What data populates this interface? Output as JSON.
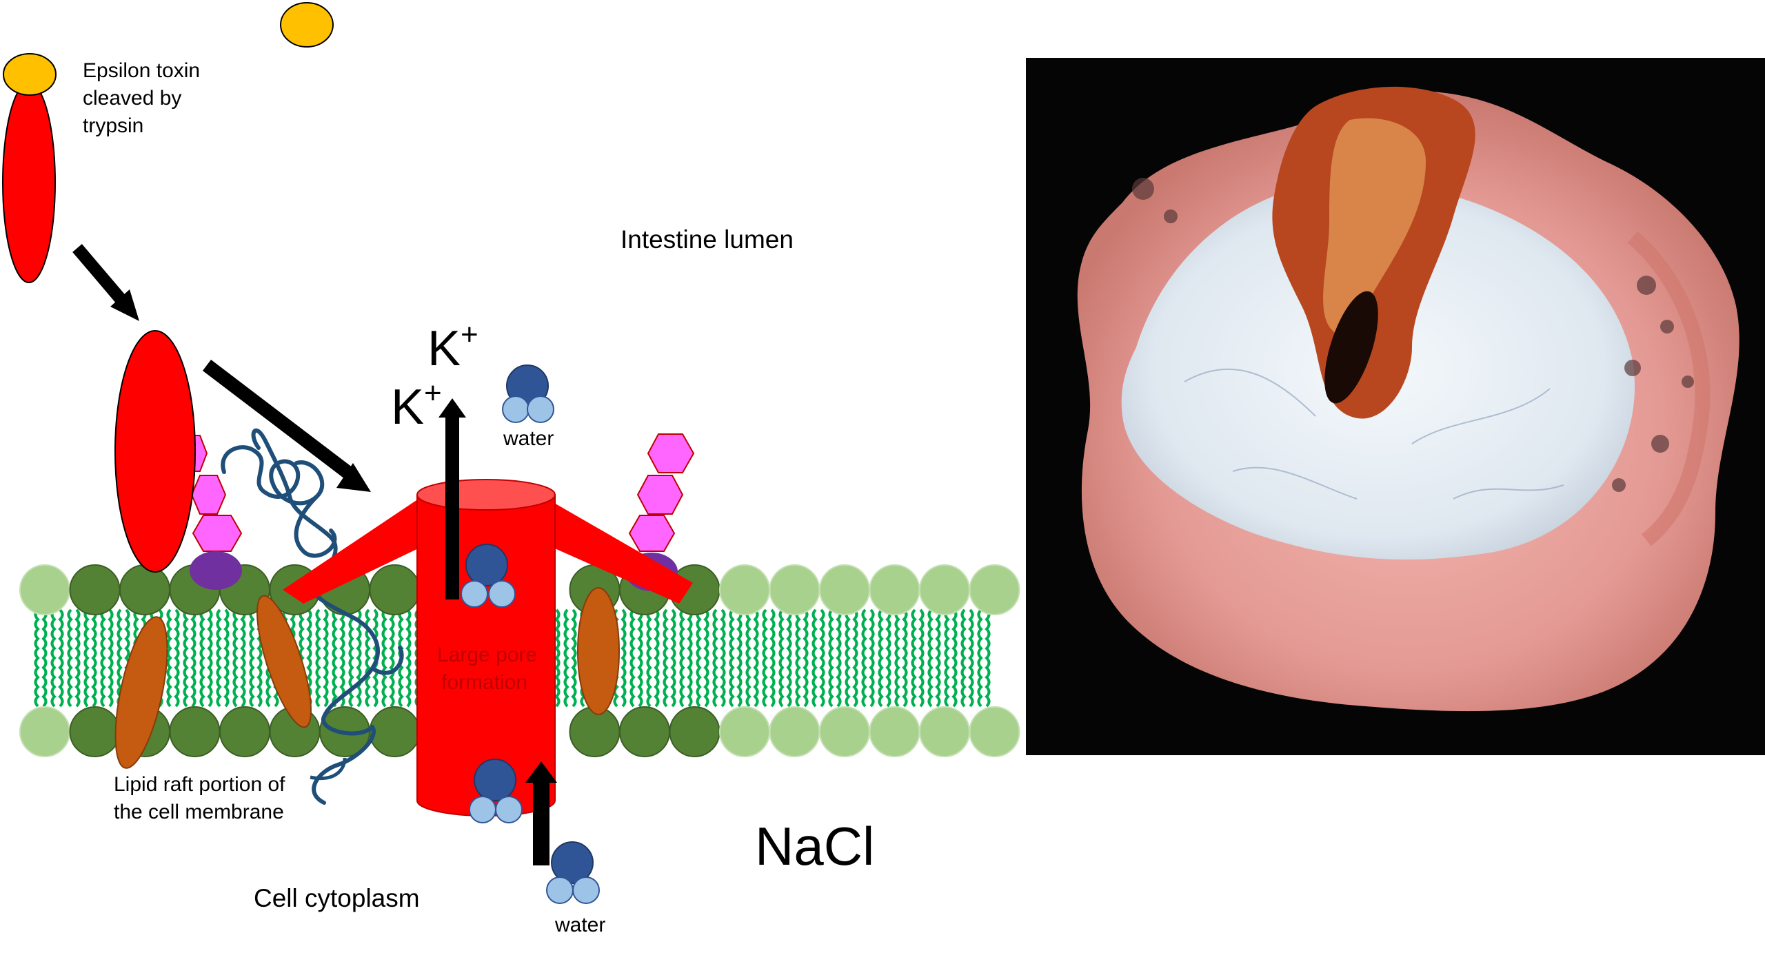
{
  "labels": {
    "toxin": [
      "Epsilon toxin",
      "cleaved by",
      "trypsin"
    ],
    "lumen": "Intestine lumen",
    "k1": "K",
    "k2": "K",
    "plus": "+",
    "water_top": "water",
    "water_bottom": "water",
    "pore": [
      "Large pore",
      "formation"
    ],
    "lipid_raft": [
      "Lipid raft portion of",
      "the cell membrane"
    ],
    "cytoplasm": "Cell cytoplasm",
    "nacl": "NaCl"
  },
  "colors": {
    "toxin_red": "#ff0000",
    "toxin_cap": "#ffc000",
    "lipid_light": "#a9d18e",
    "lipid_dark": "#548235",
    "tail": "#00b050",
    "protein_orange": "#c55a11",
    "sugar_pink": "#ff66ff",
    "receptor_purple": "#7030a0",
    "water_dark": "#2f5597",
    "water_light": "#9dc3e6",
    "chain": "#1f4e79"
  }
}
